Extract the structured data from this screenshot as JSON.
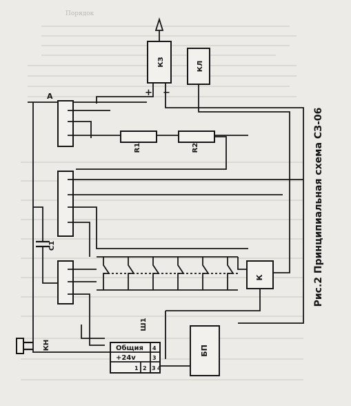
{
  "figure": {
    "caption": "Рис.2 Принципиальная схема СЗ-06",
    "header_text": "Порядок"
  },
  "components": {
    "kz": "КЗ",
    "kl": "КЛ",
    "plus": "+",
    "minus": "−",
    "a": "А",
    "r1": "R1",
    "r2": "R2",
    "c1": "С1",
    "k": "К",
    "kn": "КН",
    "sh": "Ш1",
    "bp": "БП"
  },
  "terminal_block": {
    "common": "Общия",
    "voltage": "+24v",
    "pins_bottom": [
      "1",
      "2",
      "3",
      "4"
    ],
    "pins_right": [
      "3",
      "4"
    ]
  },
  "colors": {
    "paper": "#ecebe7",
    "ink": "#151515",
    "bleed": "#b9b7b1"
  }
}
